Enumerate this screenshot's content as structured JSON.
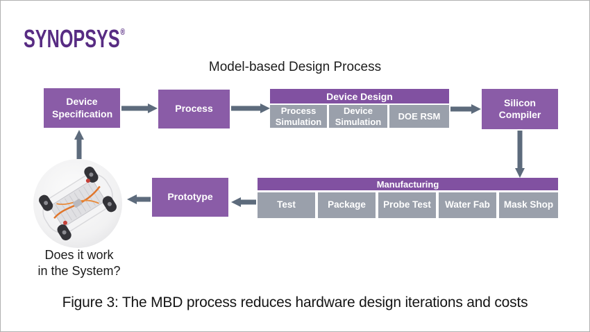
{
  "logo": {
    "brand": "SYNOPSYS",
    "registered": "®"
  },
  "title": "Model-based Design Process",
  "colors": {
    "box_purple": "#8a5ca7",
    "header_purple": "#8151a1",
    "step_gray": "#9aa0ab",
    "arrow_gray": "#5d6b7c",
    "logo_purple": "#582c83"
  },
  "flow": {
    "device_specification": "Device Specification",
    "process": "Process",
    "device_design": {
      "header": "Device Design",
      "steps": [
        "Process Simulation",
        "Device Simulation",
        "DOE RSM"
      ]
    },
    "silicon_compiler": "Silicon Compiler",
    "manufacturing": {
      "header": "Manufacturing",
      "steps": [
        "Test",
        "Package",
        "Probe Test",
        "Water Fab",
        "Mask Shop"
      ]
    },
    "prototype": "Prototype"
  },
  "images": {
    "car": "transparent-car-chassis-top-view"
  },
  "question": {
    "line1": "Does it work",
    "line2": "in the System?"
  },
  "caption": "Figure 3: The MBD process reduces hardware design iterations and costs"
}
